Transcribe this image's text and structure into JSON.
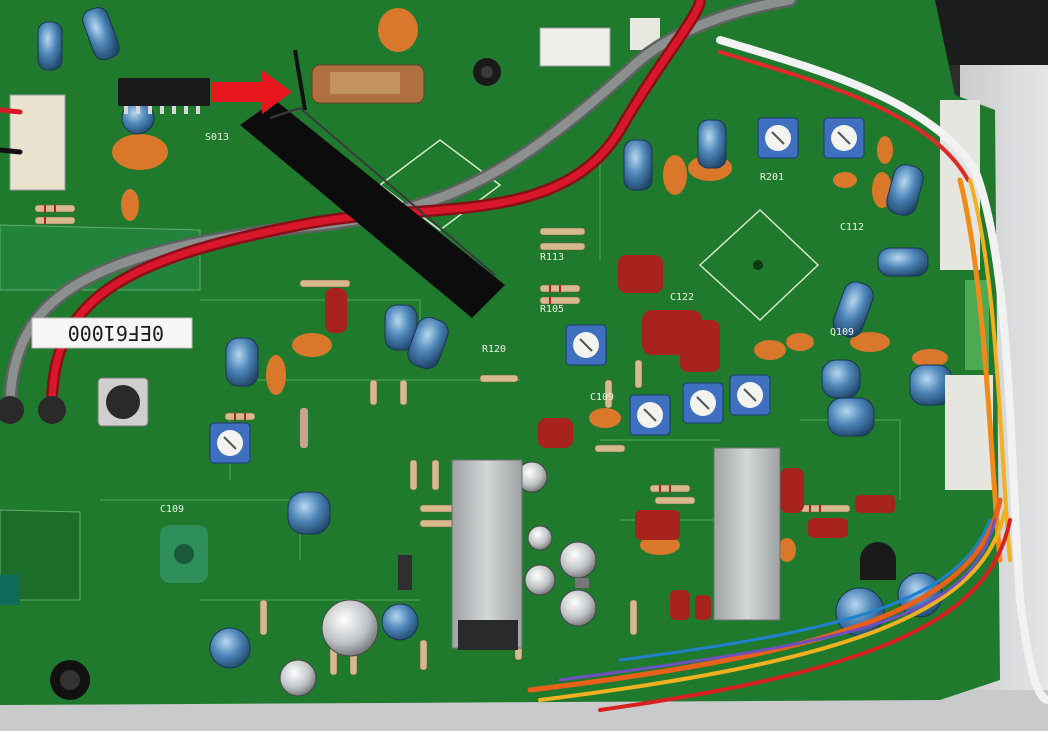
{
  "photo": {
    "subject": "",
    "board_label": "0EF61000",
    "silkscreen": [
      "S013",
      "C109",
      "R113",
      "C122",
      "R105",
      "R120",
      "C109",
      "Q109",
      "R201",
      "C112"
    ],
    "colors": {
      "pcb": "#1f7a2e",
      "pcb_dark": "#175a22",
      "chassis": "#d4d6d8",
      "red_wire": "#d8182a",
      "gray_wire": "#8b8f8e",
      "tape": "#0c0c0c",
      "arrow": "#e8161c",
      "ceramic_cap": "#d9772a",
      "film_cap": "#a8231e",
      "electrolytic": "#4d86b8",
      "trimmer": "#3f6fbf",
      "heatsink": "#b8bcbd"
    }
  }
}
